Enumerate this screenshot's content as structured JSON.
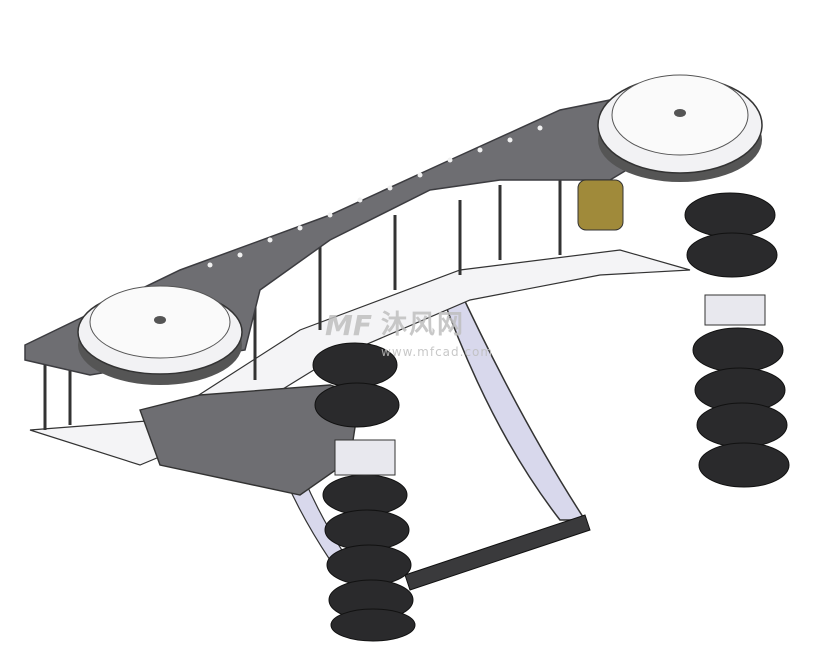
{
  "watermark": {
    "logo": "MF",
    "name": "沐风网",
    "url": "www.mfcad.com"
  },
  "colors": {
    "plate": "#6e6e72",
    "plate_edge": "#3c3c40",
    "wheel": "#2a2a2c",
    "pulley": "#f2f2f4",
    "arc": "#d8d8ec",
    "motor": "#a08a3a"
  }
}
